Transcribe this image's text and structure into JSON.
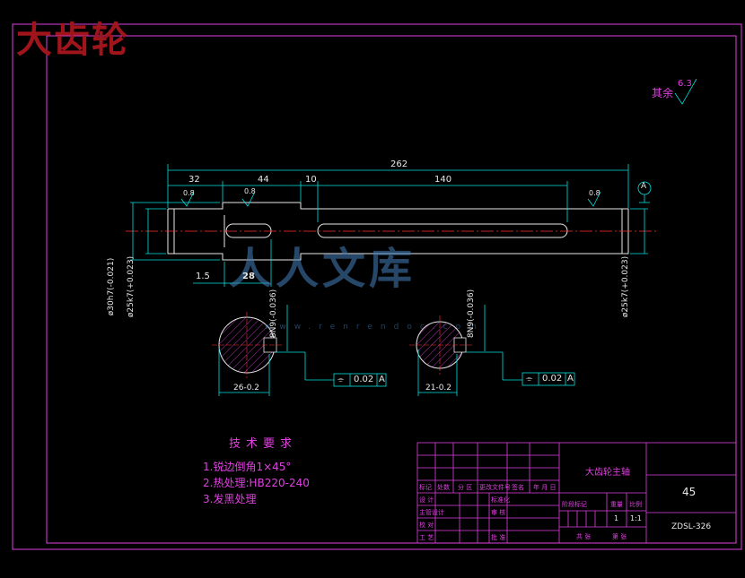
{
  "stamp": "大齿轮",
  "roughness_note": {
    "label": "其余",
    "value": "6.3"
  },
  "dims": {
    "overall": "262",
    "seg1": "32",
    "seg2": "44",
    "seg3": "10",
    "seg4": "140",
    "chamfer_offset": "1.5",
    "key1_len": "28",
    "dia_left_1": "ø30h7(-0.021)",
    "dia_left_2": "ø25k7(+0.023)",
    "dia_right": "ø25k7(+0.023)",
    "rough1": "0.8",
    "rough2": "0.8",
    "rough3": "0.8",
    "datum": "A",
    "key_section1": {
      "width_tol": "8N9(-0.036)",
      "depth": "26-0.2",
      "tolerance": "0.02",
      "datum": "A"
    },
    "key_section2": {
      "width_tol": "8N9(-0.036)",
      "depth": "21-0.2",
      "tolerance": "0.02",
      "datum": "A"
    }
  },
  "tech": {
    "title": "技术要求",
    "items": [
      "1.锐边倒角1×45°",
      "2.热处理:HB220-240",
      "3.发黑处理"
    ]
  },
  "title_block": {
    "part_name": "大齿轮主轴",
    "material": "45",
    "drawing_no": "ZDSL-326",
    "qty": "1",
    "scale": "1:1",
    "headers": [
      "标记",
      "处数",
      "分 区",
      "更改文件号",
      "签名",
      "年 月 日"
    ],
    "rows": [
      "设 计",
      "标准化",
      "阶段标记",
      "重量",
      "比例"
    ],
    "roles": [
      "主管设计",
      "审 核",
      "校 对",
      "工 艺",
      "批 准",
      "共 张",
      "第 张"
    ]
  },
  "watermark": {
    "text": "人人文库",
    "sub": "www.renrendoc.com"
  },
  "colors": {
    "frame": "#e040e0",
    "dim": "#00e0e0",
    "part": "#e8e8e8",
    "center": "#ff3030",
    "hatch": "#e040e0"
  }
}
